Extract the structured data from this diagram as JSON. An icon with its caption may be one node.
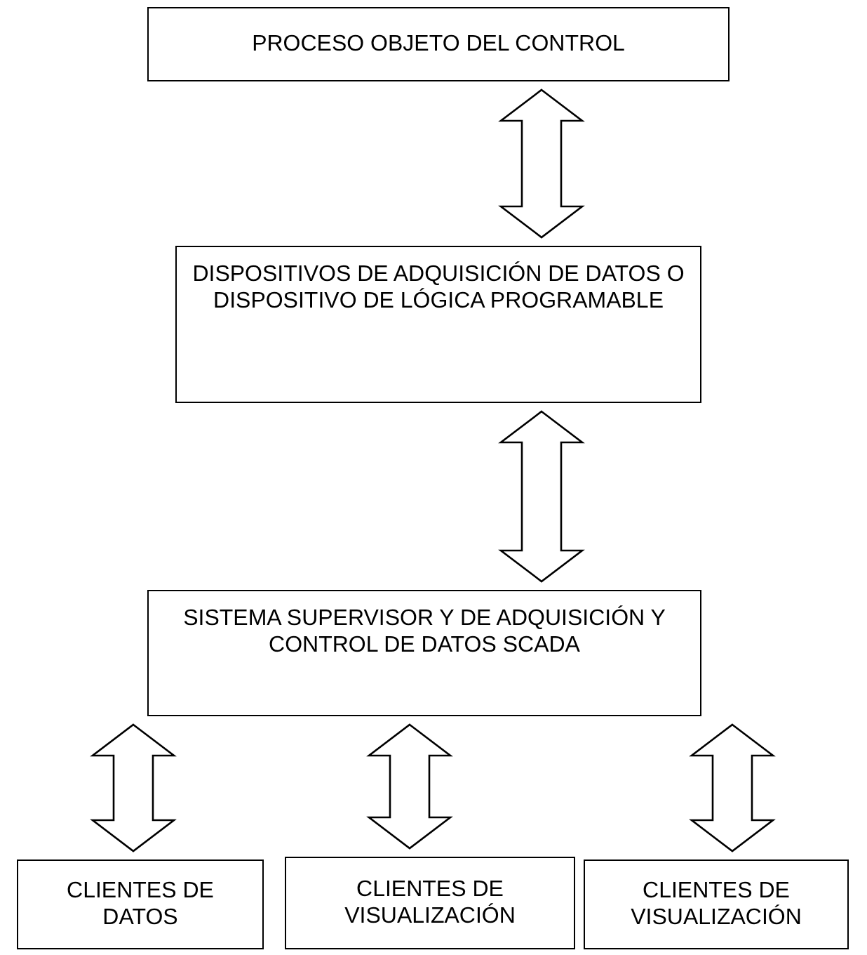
{
  "diagram": {
    "nodes": [
      {
        "text": [
          "PROCESO OBJETO DEL CONTROL"
        ]
      },
      {
        "text": [
          "DISPOSITIVOS DE ADQUISICIÓN DE DATOS O DISPOSITIVO DE LÓGICA PROGRAMABLE"
        ]
      },
      {
        "text": [
          "SISTEMA SUPERVISOR Y DE ADQUISICIÓN Y CONTROL DE DATOS SCADA"
        ]
      },
      {
        "text": [
          "CLIENTES DE DATOS"
        ]
      },
      {
        "text": [
          "CLIENTES DE VISUALIZACIÓN"
        ]
      },
      {
        "text": [
          "CLIENTES DE VISUALIZACIÓN"
        ]
      }
    ],
    "edges": [
      {
        "from": 0,
        "to": 1,
        "arrow": "both"
      },
      {
        "from": 1,
        "to": 2,
        "arrow": "both"
      },
      {
        "from": 2,
        "to": 3,
        "arrow": "both"
      },
      {
        "from": 2,
        "to": 4,
        "arrow": "both"
      },
      {
        "from": 2,
        "to": 5,
        "arrow": "both"
      }
    ]
  }
}
